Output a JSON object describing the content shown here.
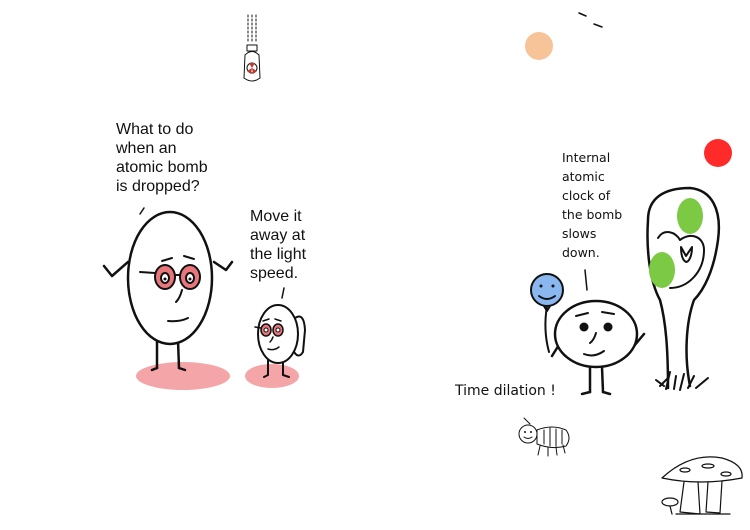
{
  "panel_left": {
    "big_character_speech": "What to do\nwhen an\natomic bomb\nis dropped?",
    "small_character_speech": "Move it\naway at\nthe light\nspeed."
  },
  "panel_right": {
    "narration": "Internal\natomic\nclock of\nthe bomb\nslows\ndown.",
    "caption": "Time dilation !"
  },
  "colors": {
    "shadow": "#f4a5a7",
    "glasses": "#e8777c",
    "balloon": "#8ab7f0",
    "apple": "#ff2a2a",
    "leaf": "#7cc943",
    "sun": "#f7c49a"
  }
}
